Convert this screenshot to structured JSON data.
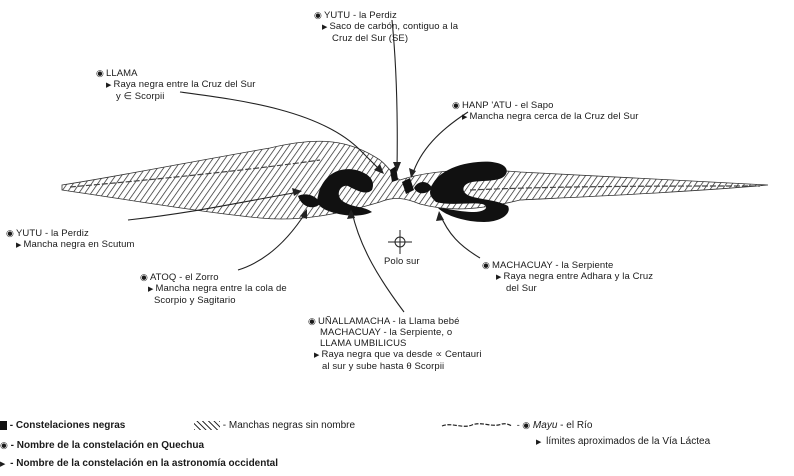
{
  "labels": {
    "yutu_top": {
      "name": "YUTU",
      "common": "la Perdiz",
      "desc1": "Saco de carbón, contiguo a la",
      "desc2": "Cruz del Sur (SE)"
    },
    "llama": {
      "name": "LLAMA",
      "desc1": "Raya negra entre la Cruz del Sur",
      "desc2": "y ∈ Scorpii"
    },
    "hanpatu": {
      "name": "HANP 'ATU",
      "common": "el Sapo",
      "desc1": "Mancha negra cerca de la Cruz del Sur"
    },
    "yutu_left": {
      "name": "YUTU",
      "common": "la Perdiz",
      "desc1": "Mancha negra en Scutum"
    },
    "atoq": {
      "name": "ATOQ",
      "common": "el Zorro",
      "desc1": "Mancha negra entre la cola de",
      "desc2": "Scorpio y Sagitario"
    },
    "machacuay_right": {
      "name": "MACHACUAY",
      "common": "la Serpiente",
      "desc1": "Raya negra entre Adhara y la Cruz",
      "desc2": "del Sur"
    },
    "unallamacha": {
      "name": "UÑALLAMACHA",
      "common": "la Llama bebé",
      "line2": "MACHACUAY - la Serpiente, o",
      "line3": "LLAMA UMBILICUS",
      "desc1": "Raya negra que va desde ∝ Centauri",
      "desc2": "al sur y sube hasta θ Scorpii"
    },
    "polo_sur": "Polo sur"
  },
  "legend": {
    "negras": "- Constelaciones negras",
    "sin_nombre": "- Manchas negras sin nombre",
    "mayu_name": "Mayu",
    "mayu_rest": "- el Río",
    "limites": "límites aproximados de la Vía Láctea",
    "quechua": "- Nombre de la constelación en Quechua",
    "occidental": "- Nombre de la constelación en la astronomía occidental"
  },
  "colors": {
    "ink": "#1a1a1a",
    "milkyway": "#2a2a2a"
  }
}
